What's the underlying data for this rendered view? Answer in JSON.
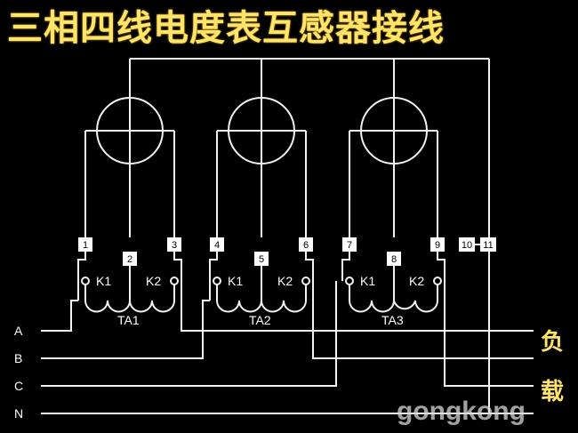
{
  "title": "三相四线电度表互感器接线",
  "phase_labels": [
    "A",
    "B",
    "C",
    "N"
  ],
  "terminals": [
    "1",
    "2",
    "3",
    "4",
    "5",
    "6",
    "7",
    "8",
    "9",
    "10",
    "11"
  ],
  "ct_labels": [
    "TA1",
    "TA2",
    "TA3"
  ],
  "ct_k1": "K1",
  "ct_k2": "K2",
  "load_label_top": "负",
  "load_label_bottom": "载",
  "watermark": "gongkong"
}
